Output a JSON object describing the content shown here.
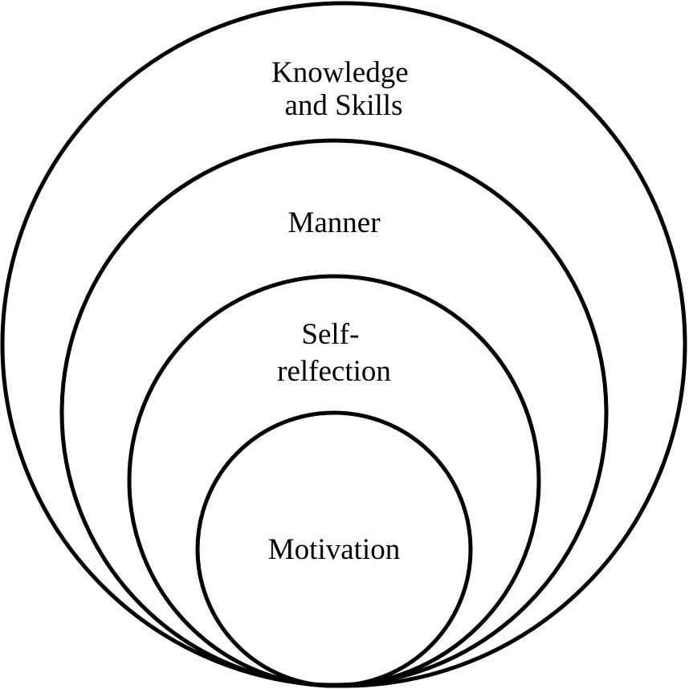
{
  "diagram": {
    "type": "nested-circles",
    "stroke_color": "#000000",
    "background_color": "#ffffff",
    "layers": [
      {
        "id": "knowledge-and-skills",
        "label_lines": [
          "Knowledge",
          "and Skills"
        ]
      },
      {
        "id": "manner",
        "label_lines": [
          "Manner"
        ]
      },
      {
        "id": "self-relfection",
        "label_lines": [
          "Self-",
          "relfection"
        ]
      },
      {
        "id": "motivation",
        "label_lines": [
          "Motivation"
        ]
      }
    ]
  }
}
